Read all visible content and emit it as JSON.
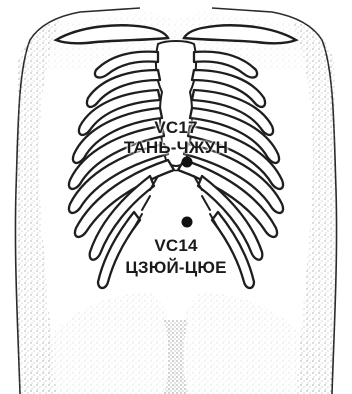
{
  "points": [
    {
      "code": "VC17",
      "name": "ТАНЬ-ЧЖУН"
    },
    {
      "code": "VC14",
      "name": "ЦЗЮЙ-ЦЮЕ"
    }
  ],
  "colors": {
    "ink": "#1a1a1a",
    "background": "#ffffff",
    "shading": "#7a7a7a"
  }
}
